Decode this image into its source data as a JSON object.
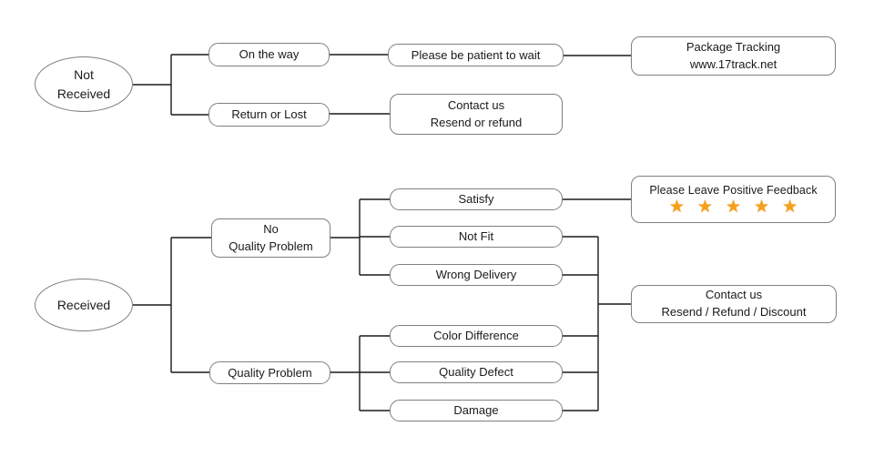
{
  "flowchart": {
    "start_nodes": {
      "not_received": {
        "line1": "Not",
        "line2": "Received"
      },
      "received": {
        "label": "Received"
      }
    },
    "not_received_flow": {
      "on_the_way": "On the way",
      "return_or_lost": "Return or Lost",
      "please_be_patient": "Please be patient to wait",
      "package_tracking": {
        "line1": "Package Tracking",
        "line2": "www.17track.net"
      },
      "contact_us_resend_refund": {
        "line1": "Contact us",
        "line2": "Resend or refund"
      }
    },
    "received_flow": {
      "no_quality_problem": {
        "line1": "No",
        "line2": "Quality Problem"
      },
      "quality_problem": "Quality Problem",
      "satisfy": "Satisfy",
      "not_fit": "Not Fit",
      "wrong_delivery": "Wrong Delivery",
      "color_difference": "Color Difference",
      "quality_defect": "Quality Defect",
      "damage": "Damage",
      "positive_feedback": {
        "label": "Please Leave Positive Feedback",
        "stars": 5,
        "star_icon": "★"
      },
      "contact_us_discount": {
        "line1": "Contact us",
        "line2": "Resend / Refund / Discount"
      }
    },
    "colors": {
      "background": "#ffffff",
      "box_border": "#7f7f7f",
      "connector_line": "#1a1a1a",
      "text": "#1a1a1a",
      "star": "#f5a01b"
    }
  }
}
